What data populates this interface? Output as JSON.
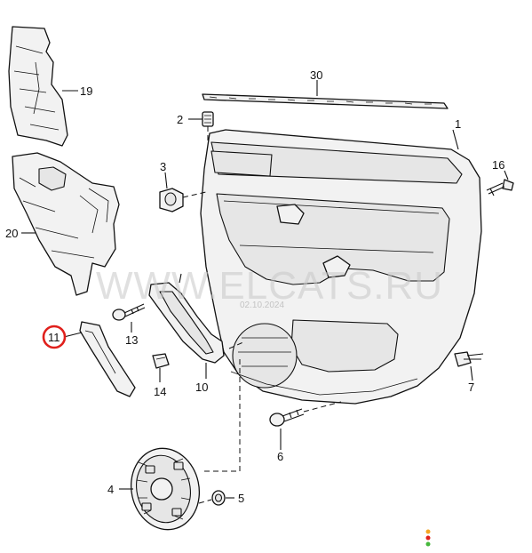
{
  "watermark": {
    "site": "WWW.ELCATS.RU",
    "code": "02.10.2024"
  },
  "highlight_color": "#e0201c",
  "parts": [
    {
      "id": "1",
      "name": "door-trim-panel"
    },
    {
      "id": "2"
    },
    {
      "id": "3"
    },
    {
      "id": "4"
    },
    {
      "id": "5"
    },
    {
      "id": "6"
    },
    {
      "id": "7"
    },
    {
      "id": "10"
    },
    {
      "id": "11",
      "highlighted": true
    },
    {
      "id": "13"
    },
    {
      "id": "14"
    },
    {
      "id": "16"
    },
    {
      "id": "19"
    },
    {
      "id": "20"
    },
    {
      "id": "30"
    }
  ],
  "indicator_dots": [
    "#f5a623",
    "#e0201c",
    "#46b83c"
  ]
}
